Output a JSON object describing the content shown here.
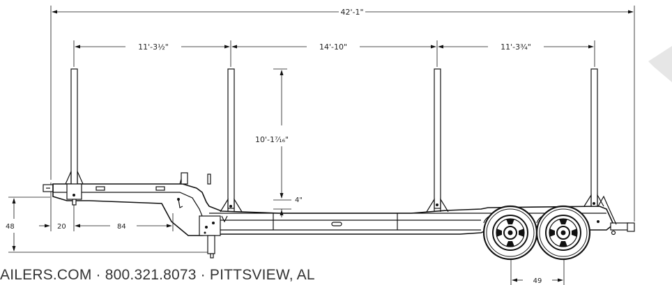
{
  "dimensions": {
    "overall_length": "42'-1\"",
    "stake_spacing_1": "11'-3½\"",
    "stake_spacing_2": "14'-10\"",
    "stake_spacing_3": "11'-3¾\"",
    "stake_height": "10'-1⁷⁄₁₆\"",
    "bunk_height": "4\"",
    "deck_height": "48",
    "hitch_offset": "20",
    "gooseneck_length": "84",
    "axle_spacing": "49"
  },
  "footer": {
    "contact": "AILERS.COM · 800.321.8073 · PITTSVIEW, AL"
  }
}
